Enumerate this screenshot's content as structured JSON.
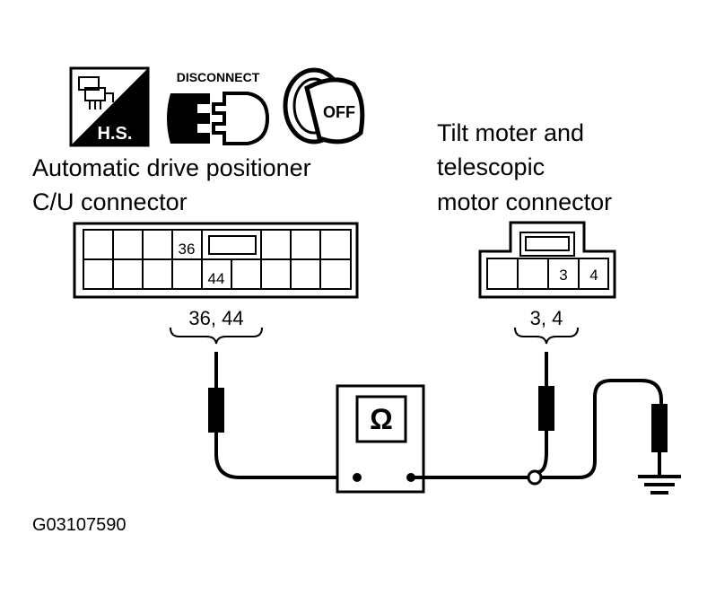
{
  "icons": {
    "hs": {
      "label": "H.S."
    },
    "disconnect": {
      "label": "DISCONNECT"
    },
    "ignition": {
      "label": "OFF"
    }
  },
  "left_connector": {
    "title_line1": "Automatic drive positioner",
    "title_line2": "C/U connector",
    "pin_top": "36",
    "pin_bottom": "44",
    "probe_label": "36, 44"
  },
  "right_connector": {
    "title_line1": "Tilt moter and",
    "title_line2": "telescopic",
    "title_line3": "motor connector",
    "pin_a": "3",
    "pin_b": "4",
    "probe_label": "3, 4"
  },
  "meter": {
    "symbol": "Ω",
    "icon": "ohmmeter-icon"
  },
  "figure_code": "G03107590"
}
